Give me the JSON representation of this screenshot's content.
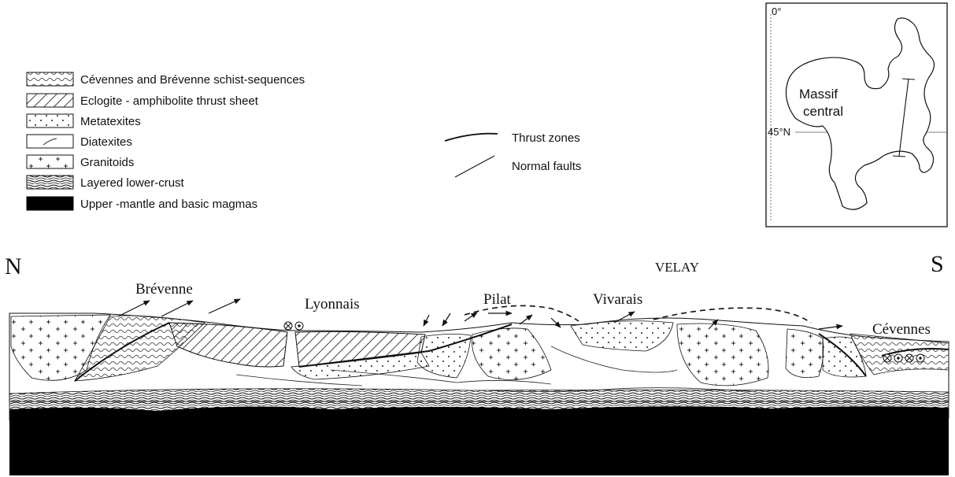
{
  "legend": {
    "items": [
      {
        "key": "schist",
        "label": "Cévennes and Brévenne schist-sequences"
      },
      {
        "key": "eclogite",
        "label": "Eclogite - amphibolite thrust sheet"
      },
      {
        "key": "metatexites",
        "label": "Metatexites"
      },
      {
        "key": "diatexites",
        "label": "Diatexites"
      },
      {
        "key": "granitoids",
        "label": "Granitoids"
      },
      {
        "key": "lowercrust",
        "label": "Layered lower-crust"
      },
      {
        "key": "mantle",
        "label": "Upper -mantle and basic magmas"
      }
    ],
    "faults": [
      {
        "key": "thrust",
        "label": "Thrust zones"
      },
      {
        "key": "normal",
        "label": "Normal faults"
      }
    ]
  },
  "inset": {
    "lon_label": "0°",
    "lat_label": "45°N",
    "region_line1": "Massif",
    "region_line2": "central"
  },
  "section": {
    "north": "N",
    "south": "S",
    "velay": "VELAY",
    "places": [
      "Brévenne",
      "Lyonnais",
      "Pilat",
      "Vivarais",
      "Cévennes"
    ]
  }
}
